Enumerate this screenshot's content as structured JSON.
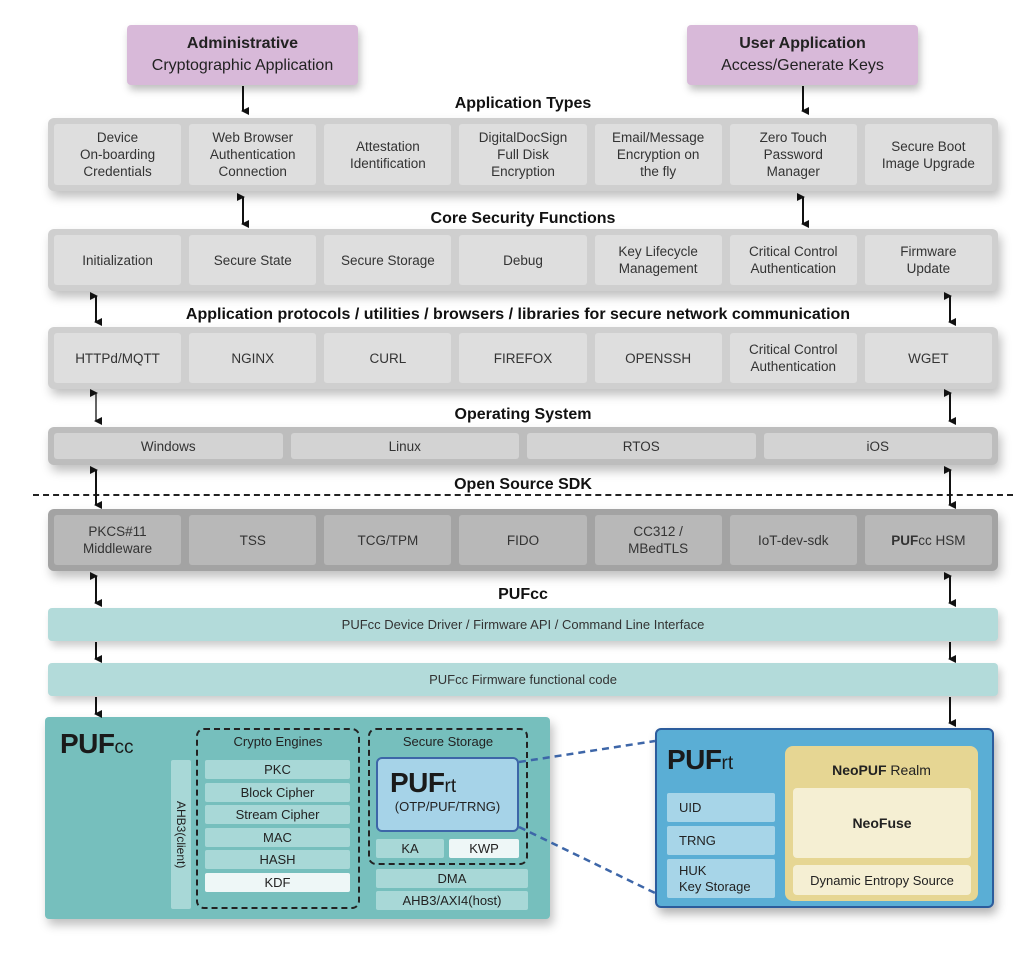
{
  "top_boxes": {
    "admin": {
      "title": "Administrative",
      "subtitle": "Cryptographic Application"
    },
    "user": {
      "title": "User Application",
      "subtitle": "Access/Generate Keys"
    }
  },
  "layers": {
    "app_types": {
      "title": "Application Types",
      "cells": [
        "Device\nOn-boarding\nCredentials",
        "Web Browser\nAuthentication\nConnection",
        "Attestation\nIdentification",
        "DigitalDocSign\nFull Disk\nEncryption",
        "Email/Message\nEncryption on\nthe fly",
        "Zero Touch\nPassword\nManager",
        "Secure Boot\nImage Upgrade"
      ]
    },
    "core_security": {
      "title": "Core Security Functions",
      "cells": [
        "Initialization",
        "Secure State",
        "Secure Storage",
        "Debug",
        "Key Lifecycle\nManagement",
        "Critical Control\nAuthentication",
        "Firmware\nUpdate"
      ]
    },
    "protocols": {
      "title": "Application protocols / utilities / browsers / libraries for secure network communication",
      "cells": [
        "HTTPd/MQTT",
        "NGINX",
        "CURL",
        "FIREFOX",
        "OPENSSH",
        "Critical Control\nAuthentication",
        "WGET"
      ]
    },
    "os": {
      "title": "Operating System",
      "cells": [
        "Windows",
        "Linux",
        "RTOS",
        "iOS"
      ]
    },
    "sdk": {
      "title": "Open Source SDK",
      "cells": [
        "PKCS#11\nMiddleware",
        "TSS",
        "TCG/TPM",
        "FIDO",
        "CC312 /\nMBedTLS",
        "IoT-dev-sdk"
      ],
      "last_cell_bold": "PUF",
      "last_cell_rest": "cc HSM"
    }
  },
  "pufcc_section": {
    "title": "PUFcc",
    "driver_bar": "PUFcc Device Driver / Firmware API / Command Line Interface",
    "firmware_bar": "PUFcc Firmware functional code"
  },
  "pufcc_block": {
    "name_bold": "PUF",
    "name_small": "cc",
    "ahb_client": "AHB3(client)",
    "crypto_engines": {
      "title": "Crypto Engines",
      "items": [
        "PKC",
        "Block Cipher",
        "Stream Cipher",
        "MAC",
        "HASH",
        "KDF"
      ]
    },
    "secure_storage": {
      "title": "Secure Storage",
      "pufrt_bold": "PUF",
      "pufrt_small": "rt",
      "pufrt_sub": "(OTP/PUF/TRNG)",
      "ka": "KA",
      "kwp": "KWP"
    },
    "dma": "DMA",
    "ahb_host": "AHB3/AXI4(host)"
  },
  "pufrt_block": {
    "name_bold": "PUF",
    "name_small": "rt",
    "items": [
      "UID",
      "TRNG",
      "HUK\nKey Storage"
    ],
    "neopuf": {
      "title_bold": "NeoPUF",
      "title_rest": " Realm",
      "neofuse": "NeoFuse",
      "entropy": "Dynamic Entropy Source"
    }
  },
  "colors": {
    "app_box": "#d8b9d9",
    "layer_gray": "#cfcfcf",
    "teal_light": "#b3dbda",
    "teal_block": "#76bfbd",
    "pufrt_blue": "#5aaed5",
    "neopuf_gold": "#e6d693"
  }
}
